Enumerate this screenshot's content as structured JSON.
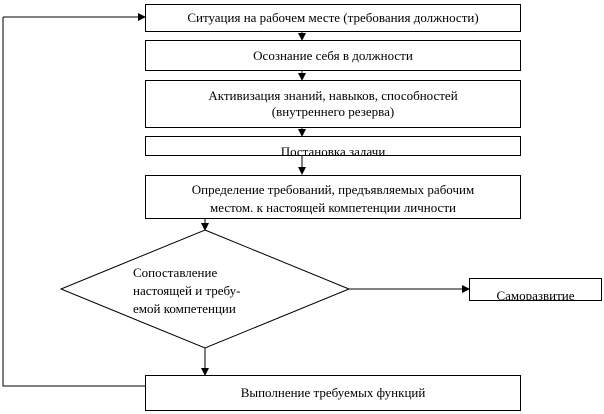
{
  "diagram": {
    "steps": [
      "Ситуация на рабочем месте (требования должности)",
      "Осознание себя в должности",
      "Активизация знаний, навыков, способностей (внутреннего резерва)",
      "Постановка задачи",
      "Определение требований, предъявляемых рабочим местом. к настоящей  компетенции личности"
    ],
    "step3_lines": [
      "Активизация знаний, навыков, способностей",
      "(внутреннего резерва)"
    ],
    "step5_lines": [
      "Определение требований, предъявляемых рабочим",
      "местом. к настоящей  компетенции личности"
    ],
    "decision_lines": [
      "Сопоставление",
      "настоящей и требу-",
      "емой компетенции"
    ],
    "branch_right": "Саморазвитие",
    "final_step": "Выполнение требуемых функций"
  }
}
